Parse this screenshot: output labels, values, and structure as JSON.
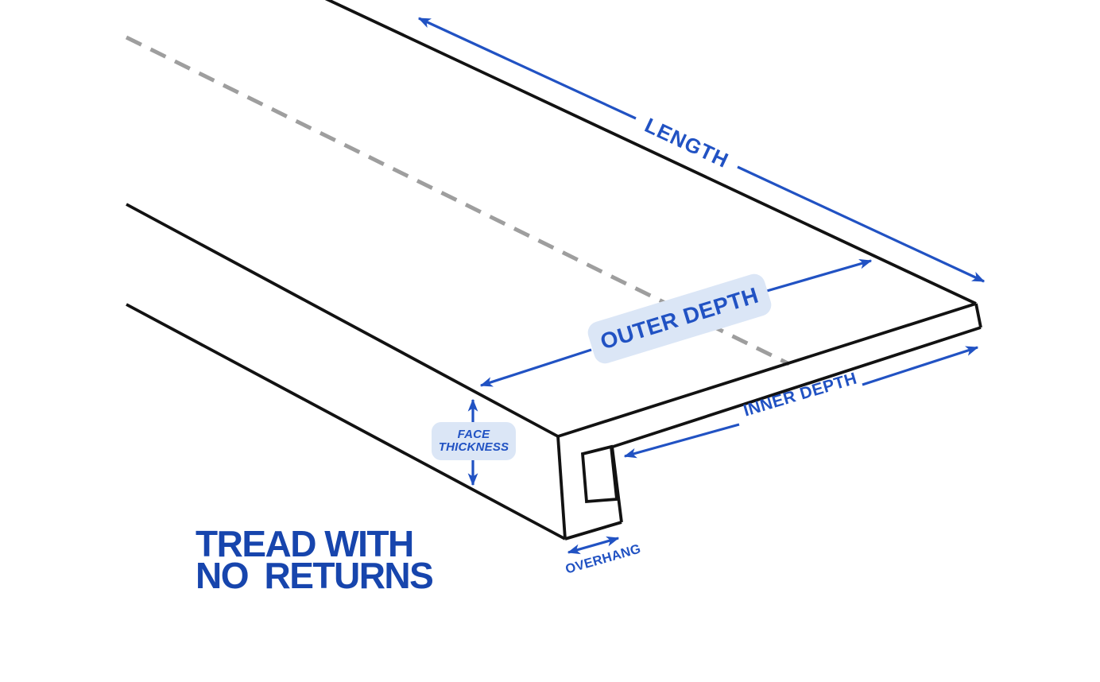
{
  "title": {
    "line1": "TREAD WITH",
    "line2": "NO RETURNS"
  },
  "dimension_labels": {
    "length": "LENGTH",
    "outer_depth": "OUTER DEPTH",
    "inner_depth": "INNER DEPTH",
    "face_thickness": {
      "line1": "FACE",
      "line2": "THICKNESS"
    },
    "overhang": "OVERHANG"
  },
  "colors": {
    "arrow_and_label_blue": "#2152c3",
    "title_blue": "#1745ad",
    "label_pill_background": "#dbe6f6",
    "outline_black": "#121212",
    "centerline_gray": "#9e9e9e",
    "background": "#ffffff"
  }
}
